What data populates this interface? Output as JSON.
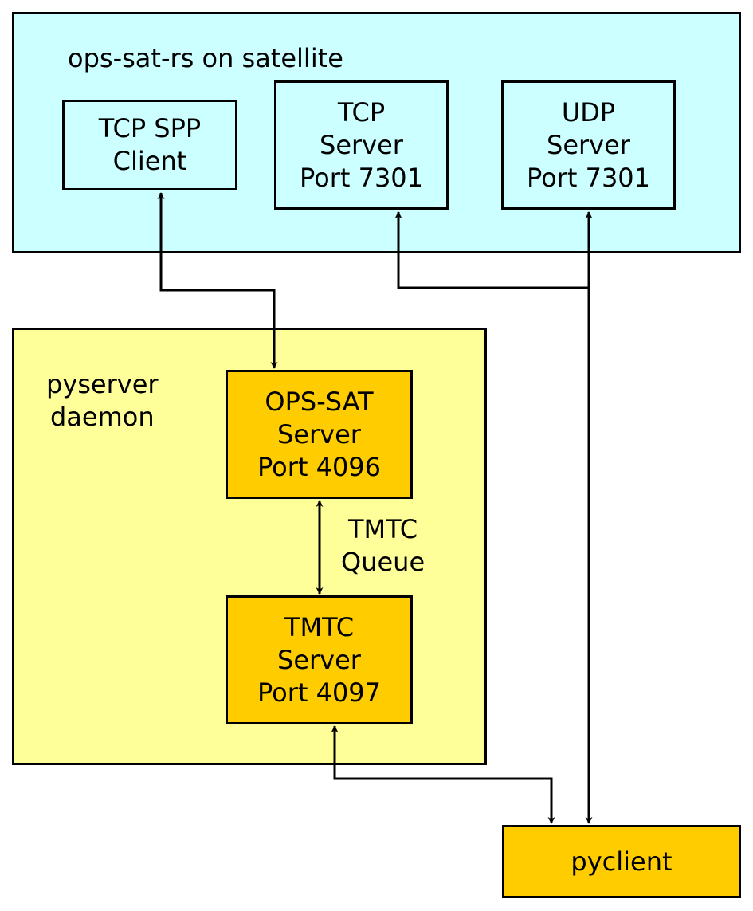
{
  "colors": {
    "satellite_fill": "#ccffff",
    "daemon_fill": "#ffff99",
    "component_fill": "#ffcc00",
    "line": "#000000"
  },
  "satellite": {
    "title": "ops-sat-rs on satellite",
    "tcp_spp_client": [
      "TCP SPP",
      "Client"
    ],
    "tcp_server": [
      "TCP",
      "Server",
      "Port 7301"
    ],
    "udp_server": [
      "UDP",
      "Server",
      "Port 7301"
    ]
  },
  "daemon": {
    "title": [
      "pyserver",
      "daemon"
    ],
    "opssat_server": [
      "OPS-SAT",
      "Server",
      "Port 4096"
    ],
    "queue_label": [
      "TMTC",
      "Queue"
    ],
    "tmtc_server": [
      "TMTC",
      "Server",
      "Port 4097"
    ]
  },
  "pyclient": {
    "label": "pyclient"
  }
}
